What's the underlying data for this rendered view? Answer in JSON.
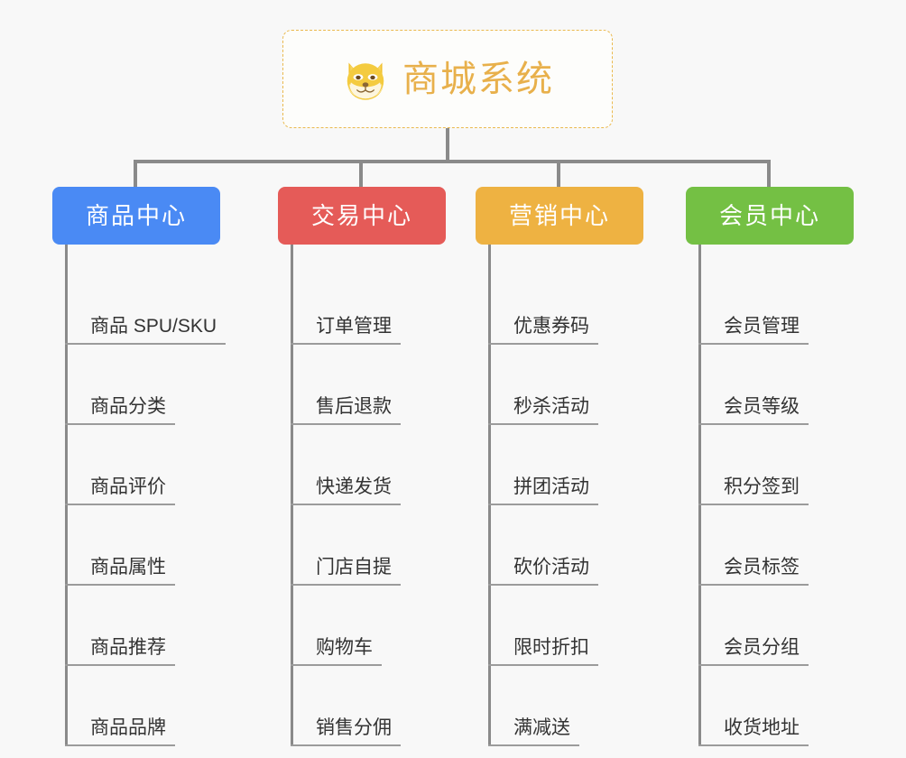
{
  "page": {
    "background_color": "#f8f8f8",
    "line_color": "#8a8a8a"
  },
  "root": {
    "title": "商城系统",
    "icon": "shiba-dog-emoji",
    "text_color": "#e8b04b",
    "border_color": "#eab94e"
  },
  "branches": [
    {
      "label": "商品中心",
      "color": "#4a8af4",
      "items": [
        "商品 SPU/SKU",
        "商品分类",
        "商品评价",
        "商品属性",
        "商品推荐",
        "商品品牌"
      ]
    },
    {
      "label": "交易中心",
      "color": "#e55b58",
      "items": [
        "订单管理",
        "售后退款",
        "快递发货",
        "门店自提",
        "购物车",
        "销售分佣"
      ]
    },
    {
      "label": "营销中心",
      "color": "#eeb242",
      "items": [
        "优惠券码",
        "秒杀活动",
        "拼团活动",
        "砍价活动",
        "限时折扣",
        "满减送"
      ]
    },
    {
      "label": "会员中心",
      "color": "#74c044",
      "items": [
        "会员管理",
        "会员等级",
        "积分签到",
        "会员标签",
        "会员分组",
        "收货地址"
      ]
    }
  ]
}
